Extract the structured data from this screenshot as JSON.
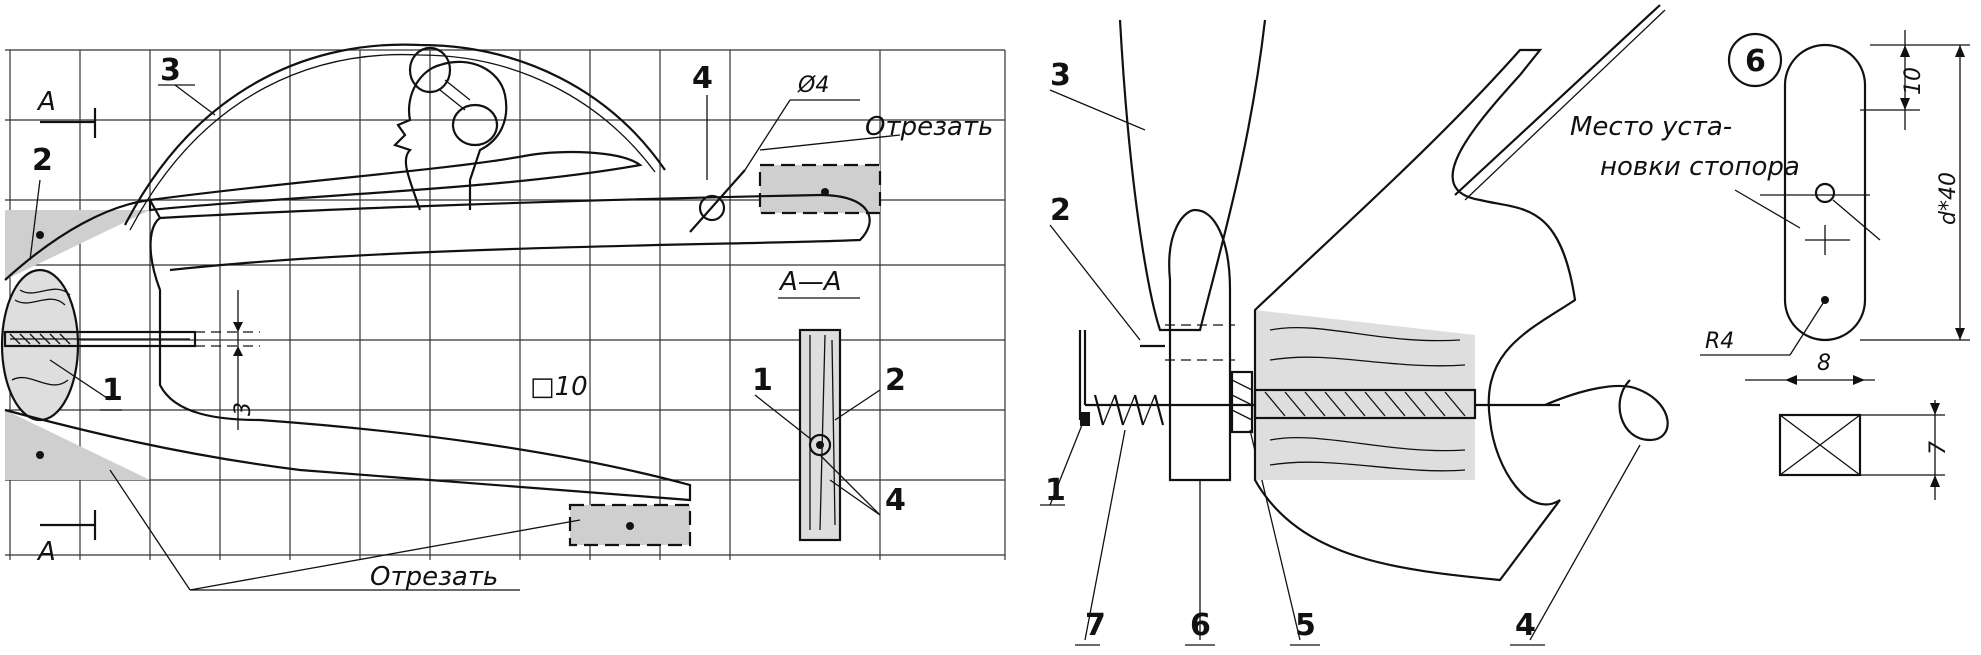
{
  "left_view": {
    "callouts": [
      "1",
      "2",
      "3",
      "4"
    ],
    "section_mark": "A",
    "cut_label_top": "Отрезать",
    "cut_label_bottom": "Отрезать",
    "hole_dim": "Ø4",
    "gap_dim": "3",
    "grid_label": "□10",
    "section_title": "А—А",
    "section_callouts": [
      "1",
      "2",
      "4"
    ]
  },
  "middle_view": {
    "callouts": [
      "1",
      "2",
      "3",
      "4",
      "5",
      "6",
      "7"
    ]
  },
  "right_view": {
    "part_number": "6",
    "note": [
      "Место уста-",
      "новки стопора"
    ],
    "dims": {
      "top": "10",
      "length": "d*40",
      "radius": "R4",
      "width": "8",
      "thickness": "7"
    }
  }
}
